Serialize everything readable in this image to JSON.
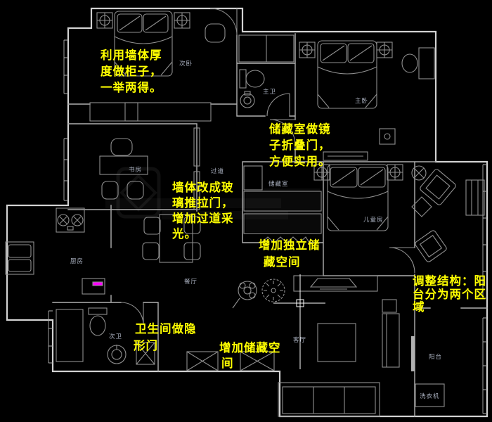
{
  "app": {
    "type": "cad-floor-plan-screenshot"
  },
  "colors": {
    "background": "#000000",
    "wall": "#d2d2d2",
    "inner_wall": "#b0b0b0",
    "furniture": "#8f8f8f",
    "annotation": "#ffff00",
    "label": "#a9b0bf",
    "highlight": "#ff00ff",
    "cursor": "#ffffff",
    "watermark": "#9a9a9a"
  },
  "annotations": [
    {
      "id": "wall-cabinet-note",
      "lines": [
        "利用墙体厚",
        "度做柜子，",
        "一举两得。"
      ]
    },
    {
      "id": "storage-mirror-door-note",
      "lines": [
        "储藏室做镜",
        "子折叠门，",
        "方便实用。"
      ]
    },
    {
      "id": "glass-sliding-door-note",
      "lines": [
        "墙体改成玻",
        "璃推拉门，",
        "增加过道采",
        "光。"
      ]
    },
    {
      "id": "independent-storage-note",
      "lines": [
        "增加独立储",
        "藏空间"
      ]
    },
    {
      "id": "balcony-split-note",
      "lines": [
        "调整结构：阳",
        "台分为两个区",
        "域"
      ]
    },
    {
      "id": "hidden-door-note",
      "lines": [
        "卫生间做隐",
        "形门"
      ]
    },
    {
      "id": "add-storage-note",
      "lines": [
        "增加储藏空",
        "间"
      ]
    }
  ],
  "rooms": [
    {
      "id": "secondary-bedroom",
      "label": "次卧"
    },
    {
      "id": "master-bath",
      "label": "主卫"
    },
    {
      "id": "master-bedroom",
      "label": "主卧"
    },
    {
      "id": "study",
      "label": "书房"
    },
    {
      "id": "corridor",
      "label": "过道"
    },
    {
      "id": "storage-room",
      "label": "储藏室"
    },
    {
      "id": "kids-room",
      "label": "儿童房"
    },
    {
      "id": "kitchen",
      "label": "厨房"
    },
    {
      "id": "dining-room",
      "label": "餐厅"
    },
    {
      "id": "secondary-bath",
      "label": "次卫"
    },
    {
      "id": "living-room",
      "label": "客厅"
    },
    {
      "id": "balcony",
      "label": "阳台"
    },
    {
      "id": "washing-machine",
      "label": "洗衣机"
    }
  ],
  "canvas": {
    "cursor_icon": "cad-crosshair-cursor"
  }
}
